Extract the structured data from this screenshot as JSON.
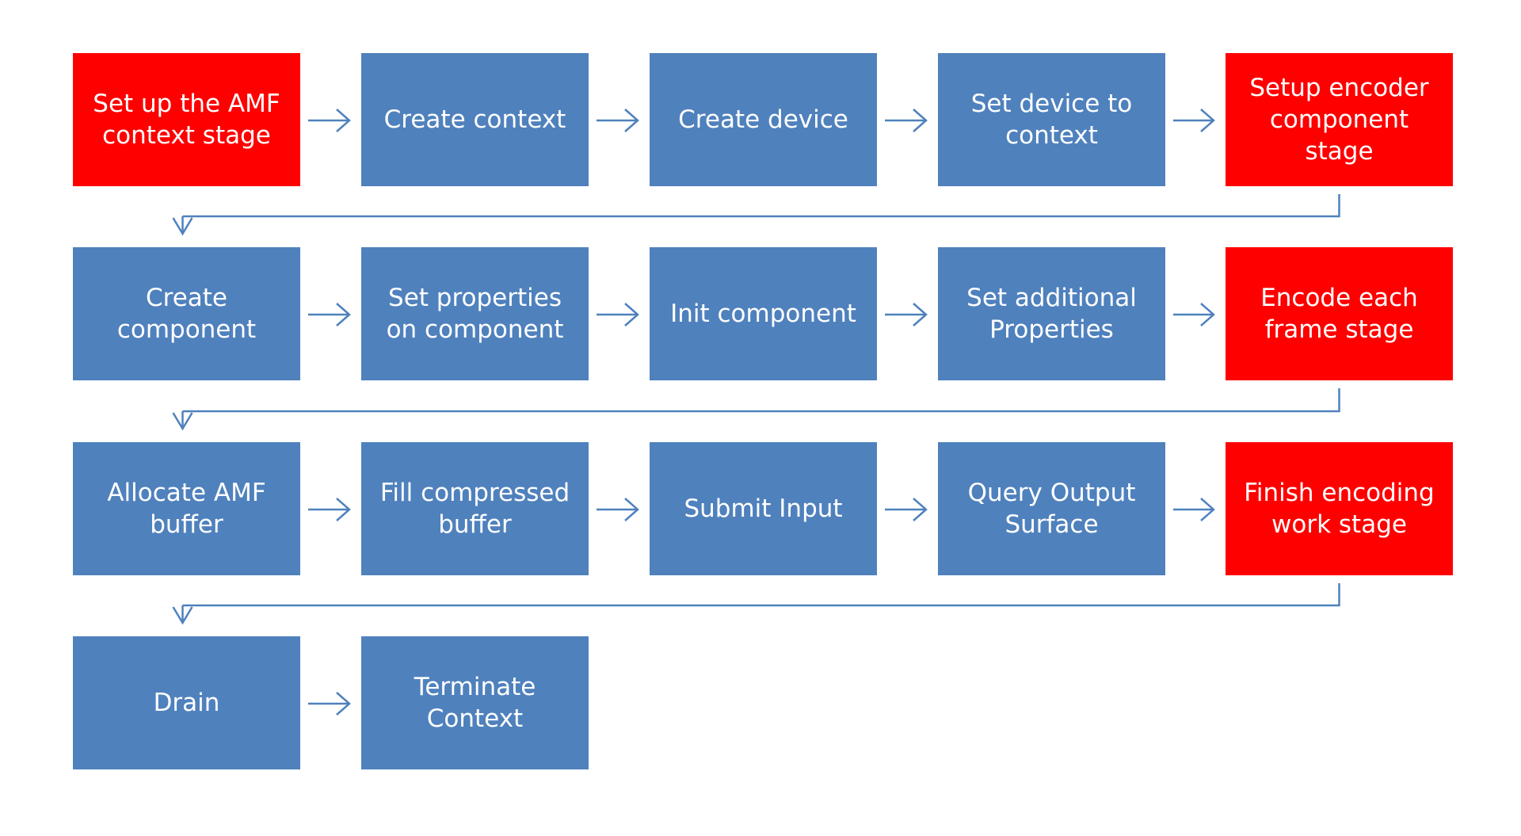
{
  "colors": {
    "process": "#4F81BD",
    "stage": "#FF0000",
    "connector": "#4F81BD"
  },
  "rows": [
    {
      "steps": [
        {
          "label": "Set up the AMF\ncontext stage",
          "kind": "stage"
        },
        {
          "label": "Create context",
          "kind": "process"
        },
        {
          "label": "Create device",
          "kind": "process"
        },
        {
          "label": "Set device to\ncontext",
          "kind": "process"
        },
        {
          "label": "Setup encoder\ncomponent\nstage",
          "kind": "stage"
        }
      ]
    },
    {
      "steps": [
        {
          "label": "Create\ncomponent",
          "kind": "process"
        },
        {
          "label": "Set properties\non component",
          "kind": "process"
        },
        {
          "label": "Init component",
          "kind": "process"
        },
        {
          "label": "Set additional\nProperties",
          "kind": "process"
        },
        {
          "label": "Encode each\nframe stage",
          "kind": "stage"
        }
      ]
    },
    {
      "steps": [
        {
          "label": "Allocate AMF\nbuffer",
          "kind": "process"
        },
        {
          "label": "Fill compressed\nbuffer",
          "kind": "process"
        },
        {
          "label": "Submit Input",
          "kind": "process"
        },
        {
          "label": "Query  Output\nSurface",
          "kind": "process"
        },
        {
          "label": "Finish encoding\nwork stage",
          "kind": "stage"
        }
      ]
    },
    {
      "steps": [
        {
          "label": "Drain",
          "kind": "process"
        },
        {
          "label": "Terminate\nContext",
          "kind": "process"
        }
      ]
    }
  ]
}
